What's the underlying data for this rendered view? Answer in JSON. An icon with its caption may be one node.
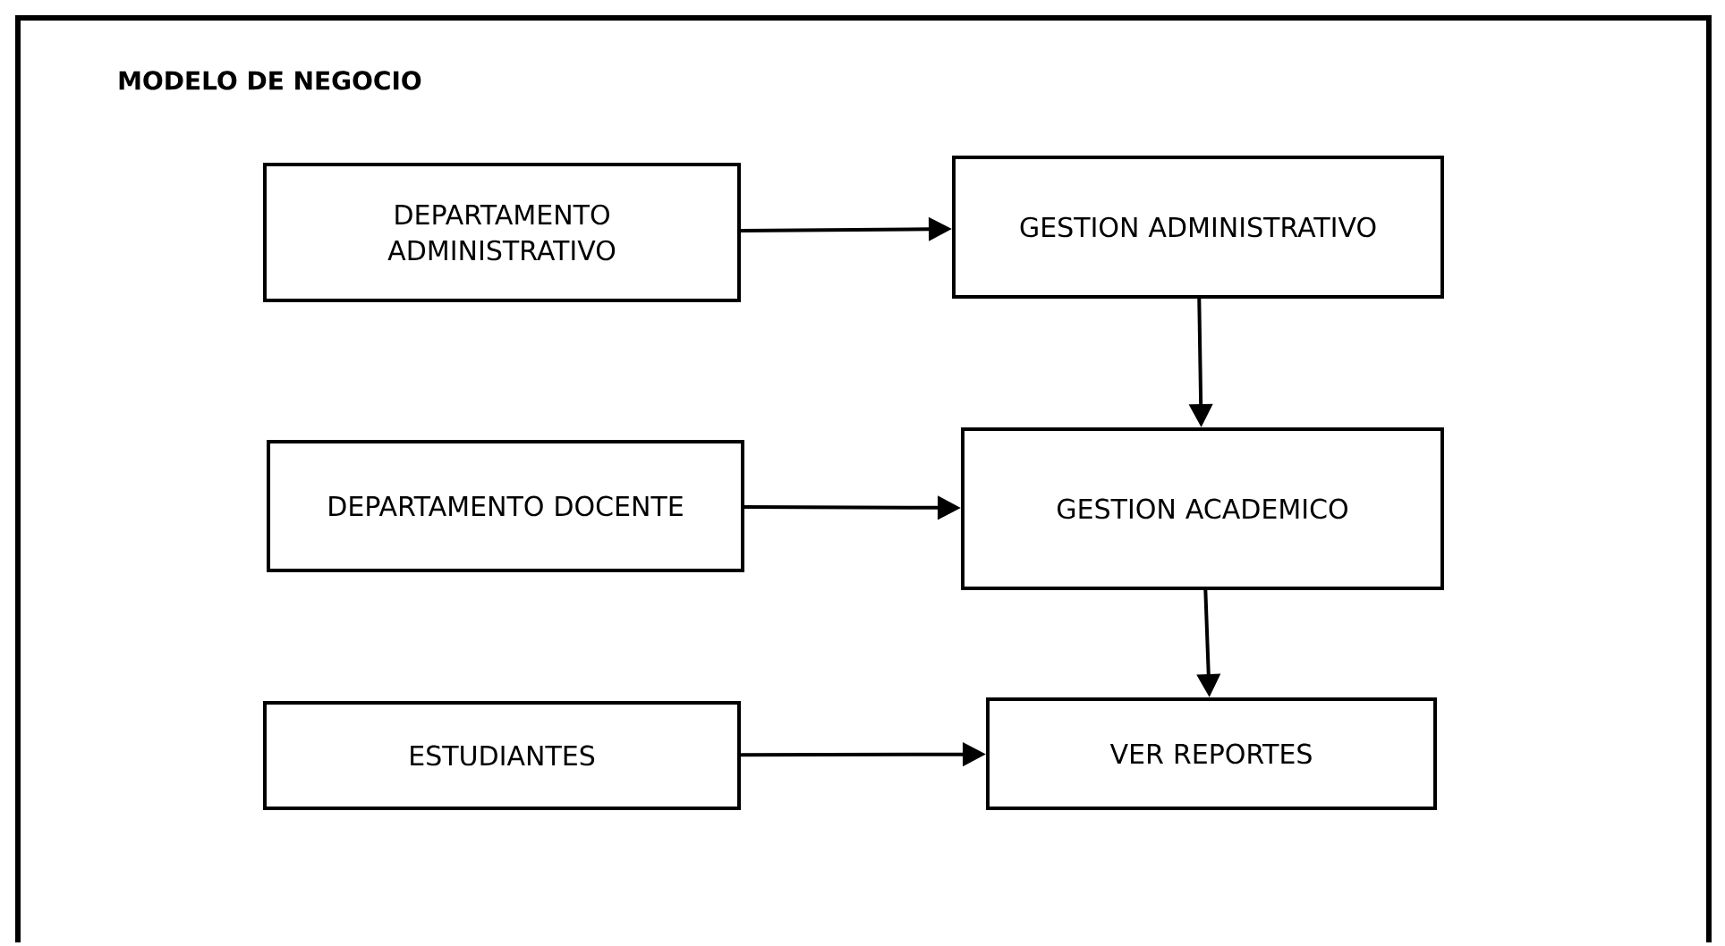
{
  "diagram": {
    "title": "MODELO DE NEGOCIO",
    "nodes": [
      {
        "text": [
          "DEPARTAMENTO ADMINISTRATIVO"
        ]
      },
      {
        "text": [
          "GESTION ADMINISTRATIVO"
        ]
      },
      {
        "text": [
          "DEPARTAMENTO DOCENTE"
        ]
      },
      {
        "text": [
          "GESTION ACADEMICO"
        ]
      },
      {
        "text": [
          "ESTUDIANTES"
        ]
      },
      {
        "text": [
          "VER REPORTES"
        ]
      }
    ],
    "edges": [
      {
        "from": 0,
        "to": 1,
        "arrow": "to"
      },
      {
        "from": 1,
        "to": 3,
        "arrow": "to"
      },
      {
        "from": 2,
        "to": 3,
        "arrow": "to"
      },
      {
        "from": 3,
        "to": 5,
        "arrow": "to"
      },
      {
        "from": 4,
        "to": 5,
        "arrow": "to"
      }
    ]
  }
}
